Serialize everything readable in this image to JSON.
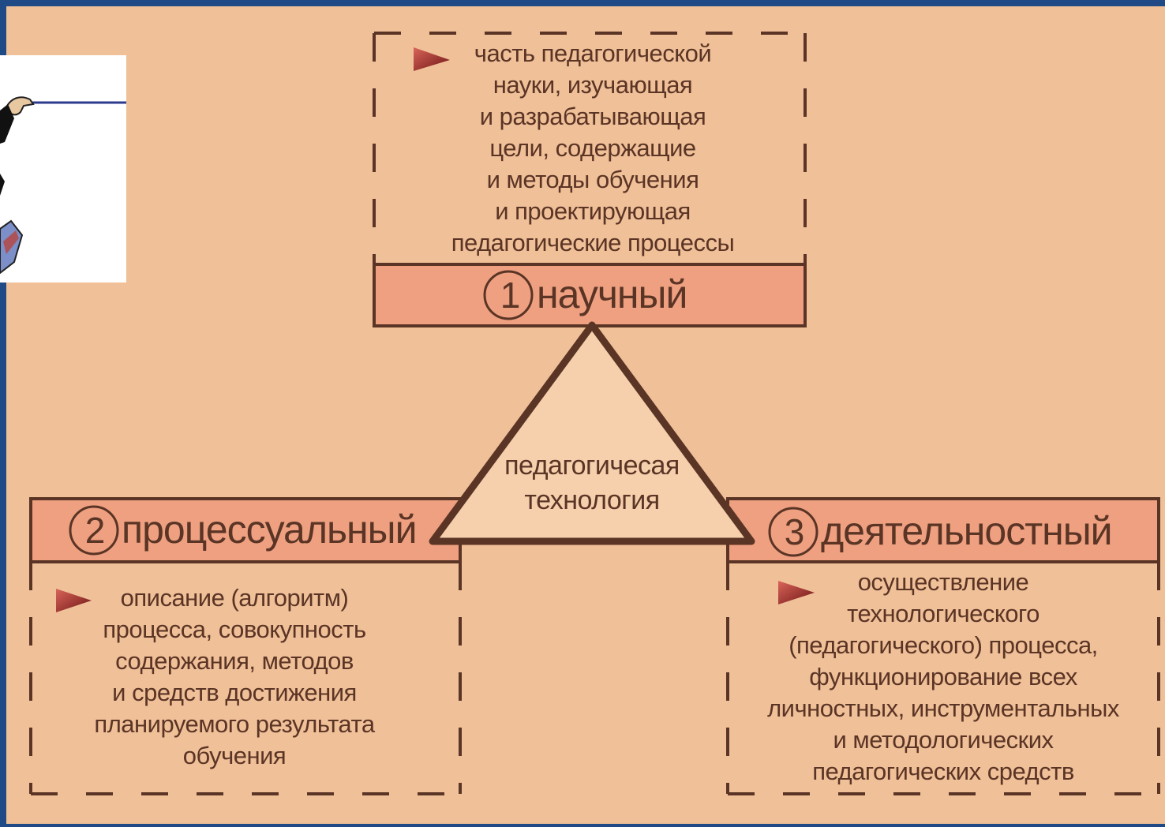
{
  "diagram": {
    "center": {
      "label": "педагогичесая\nтехнология"
    },
    "components": [
      {
        "number": "1",
        "title": "научный",
        "description": "часть педагогической\nнауки, изучающая\nи разрабатывающая\nцели, содержащие\nи методы обучения\nи проектирующая\nпедагогические процессы"
      },
      {
        "number": "2",
        "title": "процессуальный",
        "description": "описание (алгоритм)\nпроцесса, совокупность\nсодержания, методов\nи средств достижения\nпланируемого результата\nобучения"
      },
      {
        "number": "3",
        "title": "деятельностный",
        "description": "осуществление\nтехнологического\n(педагогического) процесса,\nфункционирование всех\nличностных, инструментальных\nи методологических\nпедагогических средств"
      }
    ]
  },
  "colors": {
    "slide_frame": "#1f4a86",
    "background": "#f0c098",
    "band_fill": "#eea080",
    "triangle_fill": "#f6cfac",
    "outline": "#5a3425",
    "bullet": "#8b1e1e"
  },
  "icons": [
    "bullet-arrow-icon",
    "pointing-hand-clipart"
  ]
}
